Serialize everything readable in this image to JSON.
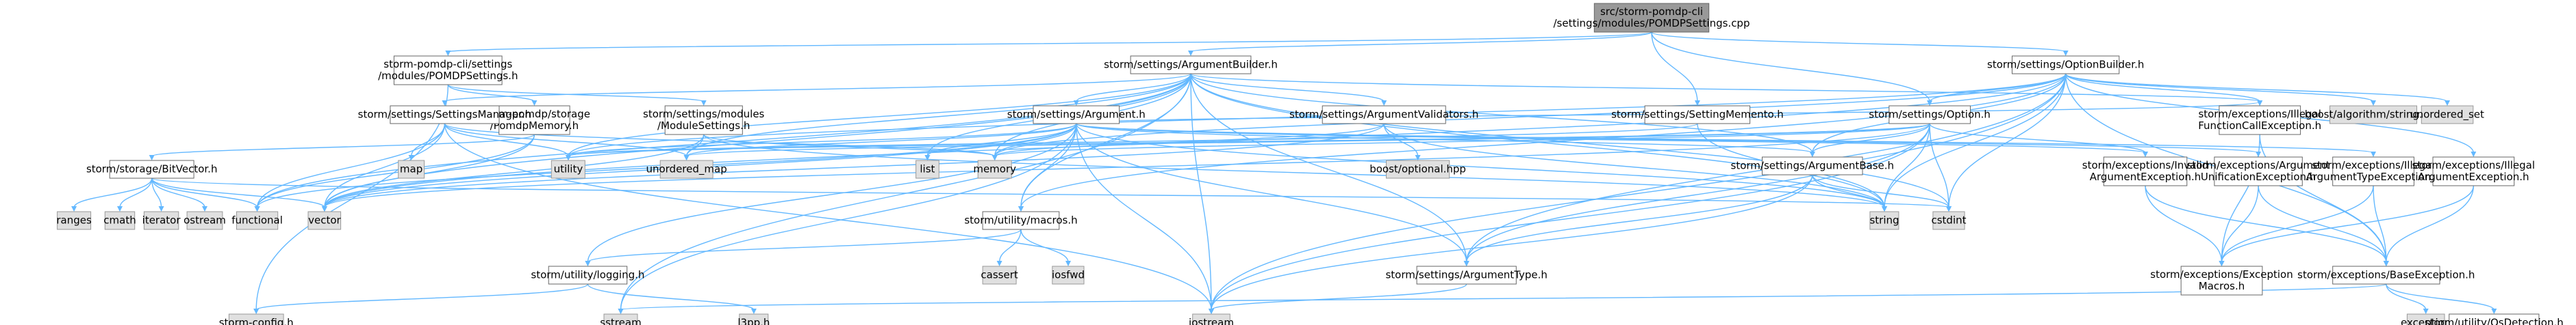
{
  "colors": {
    "edge": "#63b8ff",
    "source_node": "#999999",
    "local_node": "#ffffff",
    "system_node": "#e0e0e0"
  },
  "nodes": [
    {
      "id": "src",
      "lines": [
        "src/storm-pomdp-cli",
        "/settings/modules/POMDPSettings.cpp"
      ],
      "kind": "src"
    },
    {
      "id": "pomdpsettings_h",
      "lines": [
        "storm-pomdp-cli/settings",
        "/modules/POMDPSettings.h"
      ],
      "kind": "loc"
    },
    {
      "id": "argumentbuilder",
      "lines": [
        "storm/settings/ArgumentBuilder.h"
      ],
      "kind": "loc"
    },
    {
      "id": "optionbuilder",
      "lines": [
        "storm/settings/OptionBuilder.h"
      ],
      "kind": "loc"
    },
    {
      "id": "settingmemento",
      "lines": [
        "storm/settings/SettingMemento.h"
      ],
      "kind": "loc"
    },
    {
      "id": "pomdpmemory",
      "lines": [
        "storm-pomdp/storage",
        "/PomdpMemory.h"
      ],
      "kind": "loc"
    },
    {
      "id": "settingsmanager",
      "lines": [
        "storm/settings/SettingsManager.h"
      ],
      "kind": "loc"
    },
    {
      "id": "modulesettings",
      "lines": [
        "storm/settings/modules",
        "/ModuleSettings.h"
      ],
      "kind": "loc"
    },
    {
      "id": "argument",
      "lines": [
        "storm/settings/Argument.h"
      ],
      "kind": "loc"
    },
    {
      "id": "argumentvalidators",
      "lines": [
        "storm/settings/ArgumentValidators.h"
      ],
      "kind": "loc"
    },
    {
      "id": "option",
      "lines": [
        "storm/settings/Option.h"
      ],
      "kind": "loc"
    },
    {
      "id": "illegalfunctioncall",
      "lines": [
        "storm/exceptions/Illegal",
        "FunctionCallException.h"
      ],
      "kind": "loc"
    },
    {
      "id": "boost_algorithm",
      "lines": [
        "boost/algorithm/string.hpp"
      ],
      "kind": "sys"
    },
    {
      "id": "unordered_set",
      "lines": [
        "unordered_set"
      ],
      "kind": "sys"
    },
    {
      "id": "bitvector",
      "lines": [
        "storm/storage/BitVector.h"
      ],
      "kind": "loc"
    },
    {
      "id": "map",
      "lines": [
        "map"
      ],
      "kind": "sys"
    },
    {
      "id": "utility",
      "lines": [
        "utility"
      ],
      "kind": "sys"
    },
    {
      "id": "unordered_map",
      "lines": [
        "unordered_map"
      ],
      "kind": "sys"
    },
    {
      "id": "list",
      "lines": [
        "list"
      ],
      "kind": "sys"
    },
    {
      "id": "memory",
      "lines": [
        "memory"
      ],
      "kind": "sys"
    },
    {
      "id": "boost_optional",
      "lines": [
        "boost/optional.hpp"
      ],
      "kind": "sys"
    },
    {
      "id": "argumentbase",
      "lines": [
        "storm/settings/ArgumentBase.h"
      ],
      "kind": "loc"
    },
    {
      "id": "invalidargument",
      "lines": [
        "storm/exceptions/Invalid",
        "ArgumentException.h"
      ],
      "kind": "loc"
    },
    {
      "id": "argumentunification",
      "lines": [
        "storm/exceptions/Argument",
        "UnificationException.h"
      ],
      "kind": "loc"
    },
    {
      "id": "illegalargumenttype",
      "lines": [
        "storm/exceptions/Illegal",
        "ArgumentTypeException.h"
      ],
      "kind": "loc"
    },
    {
      "id": "illegalargument",
      "lines": [
        "storm/exceptions/Illegal",
        "ArgumentException.h"
      ],
      "kind": "loc"
    },
    {
      "id": "ranges",
      "lines": [
        "ranges"
      ],
      "kind": "sys"
    },
    {
      "id": "cmath",
      "lines": [
        "cmath"
      ],
      "kind": "sys"
    },
    {
      "id": "iterator",
      "lines": [
        "iterator"
      ],
      "kind": "sys"
    },
    {
      "id": "ostream",
      "lines": [
        "ostream"
      ],
      "kind": "sys"
    },
    {
      "id": "functional",
      "lines": [
        "functional"
      ],
      "kind": "sys"
    },
    {
      "id": "vector",
      "lines": [
        "vector"
      ],
      "kind": "sys"
    },
    {
      "id": "macros",
      "lines": [
        "storm/utility/macros.h"
      ],
      "kind": "loc"
    },
    {
      "id": "cstdint",
      "lines": [
        "cstdint"
      ],
      "kind": "sys"
    },
    {
      "id": "string",
      "lines": [
        "string"
      ],
      "kind": "sys"
    },
    {
      "id": "cassert",
      "lines": [
        "cassert"
      ],
      "kind": "sys"
    },
    {
      "id": "iosfwd",
      "lines": [
        "iosfwd"
      ],
      "kind": "sys"
    },
    {
      "id": "logging",
      "lines": [
        "storm/utility/logging.h"
      ],
      "kind": "loc"
    },
    {
      "id": "argumenttype",
      "lines": [
        "storm/settings/ArgumentType.h"
      ],
      "kind": "loc"
    },
    {
      "id": "exceptionmacros",
      "lines": [
        "storm/exceptions/Exception",
        "Macros.h"
      ],
      "kind": "loc"
    },
    {
      "id": "baseexception",
      "lines": [
        "storm/exceptions/BaseException.h"
      ],
      "kind": "loc"
    },
    {
      "id": "stormconfig",
      "lines": [
        "storm-config.h"
      ],
      "kind": "sys"
    },
    {
      "id": "sstream",
      "lines": [
        "sstream"
      ],
      "kind": "sys"
    },
    {
      "id": "l3pp",
      "lines": [
        "l3pp.h"
      ],
      "kind": "sys"
    },
    {
      "id": "iostream",
      "lines": [
        "iostream"
      ],
      "kind": "sys"
    },
    {
      "id": "exception",
      "lines": [
        "exception"
      ],
      "kind": "sys"
    },
    {
      "id": "osdetection",
      "lines": [
        "storm/utility/OsDetection.h"
      ],
      "kind": "loc"
    }
  ],
  "edges": [
    [
      "src",
      "pomdpsettings_h"
    ],
    [
      "src",
      "argumentbuilder"
    ],
    [
      "src",
      "optionbuilder"
    ],
    [
      "src",
      "settingmemento"
    ],
    [
      "src",
      "option"
    ],
    [
      "pomdpsettings_h",
      "pomdpmemory"
    ],
    [
      "pomdpsettings_h",
      "modulesettings"
    ],
    [
      "pomdpsettings_h",
      "stormconfig"
    ],
    [
      "argumentbuilder",
      "settingsmanager"
    ],
    [
      "argumentbuilder",
      "argument"
    ],
    [
      "argumentbuilder",
      "argumentvalidators"
    ],
    [
      "argumentbuilder",
      "illegalfunctioncall"
    ],
    [
      "argumentbuilder",
      "iostream"
    ],
    [
      "argumentbuilder",
      "utility"
    ],
    [
      "argumentbuilder",
      "unordered_map"
    ],
    [
      "argumentbuilder",
      "list"
    ],
    [
      "argumentbuilder",
      "memory"
    ],
    [
      "argumentbuilder",
      "vector"
    ],
    [
      "argumentbuilder",
      "functional"
    ],
    [
      "argumentbuilder",
      "string"
    ],
    [
      "argumentbuilder",
      "macros"
    ],
    [
      "argumentbuilder",
      "argumenttype"
    ],
    [
      "argumentbuilder",
      "argumentbase"
    ],
    [
      "argumentbuilder",
      "sstream"
    ],
    [
      "argumentbuilder",
      "cstdint"
    ],
    [
      "optionbuilder",
      "illegalfunctioncall"
    ],
    [
      "optionbuilder",
      "boost_algorithm"
    ],
    [
      "optionbuilder",
      "unordered_set"
    ],
    [
      "optionbuilder",
      "option"
    ],
    [
      "optionbuilder",
      "illegalargument"
    ],
    [
      "optionbuilder",
      "memory"
    ],
    [
      "optionbuilder",
      "string"
    ],
    [
      "optionbuilder",
      "vector"
    ],
    [
      "optionbuilder",
      "cstdint"
    ],
    [
      "optionbuilder",
      "macros"
    ],
    [
      "optionbuilder",
      "argumentbase"
    ],
    [
      "optionbuilder",
      "baseexception"
    ],
    [
      "optionbuilder",
      "argumenttype"
    ],
    [
      "optionbuilder",
      "utility"
    ],
    [
      "optionbuilder",
      "iostream"
    ],
    [
      "settingmemento",
      "string"
    ],
    [
      "settingmemento",
      "utility"
    ],
    [
      "pomdpmemory",
      "bitvector"
    ],
    [
      "pomdpmemory",
      "vector"
    ],
    [
      "pomdpmemory",
      "functional"
    ],
    [
      "settingsmanager",
      "map"
    ],
    [
      "settingsmanager",
      "utility"
    ],
    [
      "settingsmanager",
      "unordered_map"
    ],
    [
      "settingsmanager",
      "vector"
    ],
    [
      "settingsmanager",
      "functional"
    ],
    [
      "settingsmanager",
      "memory"
    ],
    [
      "settingsmanager",
      "iostream"
    ],
    [
      "modulesettings",
      "unordered_map"
    ],
    [
      "modulesettings",
      "vector"
    ],
    [
      "modulesettings",
      "memory"
    ],
    [
      "modulesettings",
      "string"
    ],
    [
      "argument",
      "utility"
    ],
    [
      "argument",
      "unordered_map"
    ],
    [
      "argument",
      "list"
    ],
    [
      "argument",
      "memory"
    ],
    [
      "argument",
      "macros"
    ],
    [
      "argument",
      "argumentbase"
    ],
    [
      "argument",
      "invalidargument"
    ],
    [
      "argument",
      "argumentunification"
    ],
    [
      "argument",
      "illegalargumenttype"
    ],
    [
      "argument",
      "illegalfunctioncall"
    ],
    [
      "argument",
      "argumenttype"
    ],
    [
      "argument",
      "vector"
    ],
    [
      "argument",
      "functional"
    ],
    [
      "argument",
      "iostream"
    ],
    [
      "argument",
      "sstream"
    ],
    [
      "argument",
      "string"
    ],
    [
      "argument",
      "logging"
    ],
    [
      "argumentvalidators",
      "memory"
    ],
    [
      "argumentvalidators",
      "boost_optional"
    ],
    [
      "argumentvalidators",
      "string"
    ],
    [
      "argumentvalidators",
      "vector"
    ],
    [
      "option",
      "argumentbase"
    ],
    [
      "option",
      "unordered_map"
    ],
    [
      "option",
      "memory"
    ],
    [
      "option",
      "string"
    ],
    [
      "option",
      "vector"
    ],
    [
      "option",
      "cstdint"
    ],
    [
      "option",
      "iostream"
    ],
    [
      "option",
      "utility"
    ],
    [
      "option",
      "invalidargument"
    ],
    [
      "option",
      "argumenttype"
    ],
    [
      "illegalfunctioncall",
      "exceptionmacros"
    ],
    [
      "illegalfunctioncall",
      "baseexception"
    ],
    [
      "bitvector",
      "ranges"
    ],
    [
      "bitvector",
      "cmath"
    ],
    [
      "bitvector",
      "iterator"
    ],
    [
      "bitvector",
      "ostream"
    ],
    [
      "bitvector",
      "functional"
    ],
    [
      "bitvector",
      "vector"
    ],
    [
      "bitvector",
      "cstdint"
    ],
    [
      "argumentbase",
      "string"
    ],
    [
      "argumentbase",
      "cstdint"
    ],
    [
      "argumentbase",
      "iostream"
    ],
    [
      "argumentbase",
      "argumenttype"
    ],
    [
      "invalidargument",
      "exceptionmacros"
    ],
    [
      "invalidargument",
      "baseexception"
    ],
    [
      "argumentunification",
      "exceptionmacros"
    ],
    [
      "argumentunification",
      "baseexception"
    ],
    [
      "illegalargumenttype",
      "exceptionmacros"
    ],
    [
      "illegalargumenttype",
      "baseexception"
    ],
    [
      "illegalargument",
      "exceptionmacros"
    ],
    [
      "illegalargument",
      "baseexception"
    ],
    [
      "macros",
      "cassert"
    ],
    [
      "macros",
      "iosfwd"
    ],
    [
      "macros",
      "logging"
    ],
    [
      "logging",
      "stormconfig"
    ],
    [
      "logging",
      "l3pp"
    ],
    [
      "argumenttype",
      "iostream"
    ],
    [
      "baseexception",
      "exception"
    ],
    [
      "baseexception",
      "sstream"
    ],
    [
      "baseexception",
      "osdetection"
    ]
  ]
}
